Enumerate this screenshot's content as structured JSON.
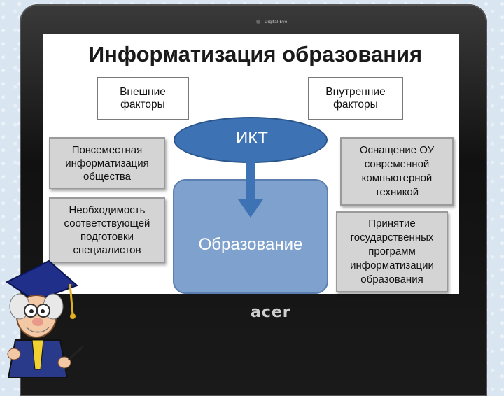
{
  "laptop": {
    "brand_bottom": "acer",
    "brand_top": "Digital Eye"
  },
  "diagram": {
    "title": "Информатизация образования",
    "external_factors": [
      "Внешние",
      "факторы"
    ],
    "internal_factors": [
      "Внутренние",
      "факторы"
    ],
    "left_boxes": [
      [
        "Повсеместная",
        "информатизация",
        "общества"
      ],
      [
        "Необходимость",
        "соответствующей",
        "подготовки",
        "специалистов"
      ]
    ],
    "right_boxes": [
      [
        "Оснащение ОУ",
        "современной",
        "компьютерной",
        "техникой"
      ],
      [
        "Принятие",
        "государственных",
        "программ",
        "информатизации",
        "образования"
      ]
    ],
    "ikt": "ИКТ",
    "education": "Образование"
  },
  "colors": {
    "ellipse": "#3d72b4",
    "education_rect": "#7fa1ce",
    "arrow": "#3d72b4"
  }
}
